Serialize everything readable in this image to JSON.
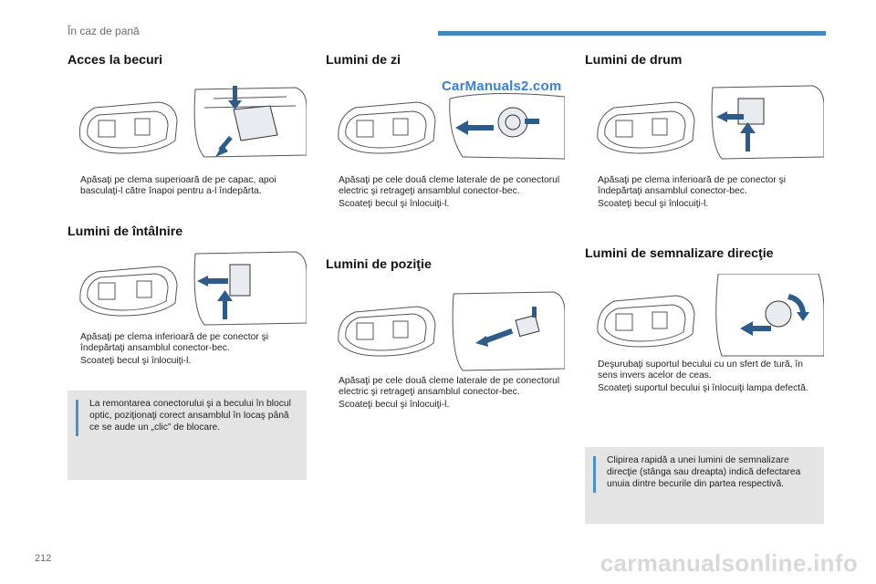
{
  "header": {
    "title": "În caz de pană"
  },
  "page_number": "212",
  "watermark": "CarManuals2.com",
  "footer_watermark": "carmanualsonline.info",
  "bullet_glyph": "",
  "accent_color": "#3f87bd",
  "columns": [
    {
      "sections": [
        {
          "title": "Acces la becuri",
          "steps": [
            "Apăsaţi pe clema superioară de pe capac, apoi basculaţi-l către înapoi pentru a-l îndepărta."
          ]
        },
        {
          "title": "Lumini de întâlnire",
          "steps": [
            "Apăsaţi pe clema inferioară de pe conector şi îndepărtaţi ansamblul conector-bec.",
            "Scoateţi becul şi înlocuiţi-l."
          ]
        }
      ],
      "note": "La remontarea conectorului şi a becului în blocul optic, poziţionaţi corect ansamblul în locaş până ce se aude un „clic” de blocare."
    },
    {
      "sections": [
        {
          "title": "Lumini de zi",
          "steps": [
            "Apăsaţi pe cele două cleme laterale de pe conectorul electric şi retrageţi ansamblul conector-bec.",
            "Scoateţi becul şi înlocuiţi-l."
          ]
        },
        {
          "title": "Lumini de poziţie",
          "steps": [
            "Apăsaţi pe cele două cleme laterale de pe conectorul electric şi retrageţi ansamblul conector-bec.",
            "Scoateţi becul şi înlocuiţi-l."
          ]
        }
      ]
    },
    {
      "sections": [
        {
          "title": "Lumini de drum",
          "steps": [
            "Apăsaţi pe clema inferioară de pe conector şi îndepărtaţi ansamblul conector-bec.",
            "Scoateţi becul şi înlocuiţi-l."
          ]
        },
        {
          "title": "Lumini de semnalizare direcţie",
          "steps": [
            "Deşurubaţi suportul becului cu un sfert de tură, în sens invers acelor de ceas.",
            "Scoateţi suportul becului şi înlocuiţi lampa defectă."
          ]
        }
      ],
      "note": "Clipirea rapidă a unei lumini de semnalizare direcţie (stânga sau dreapta) indică defectarea unuia dintre becurile din partea respectivă."
    }
  ]
}
